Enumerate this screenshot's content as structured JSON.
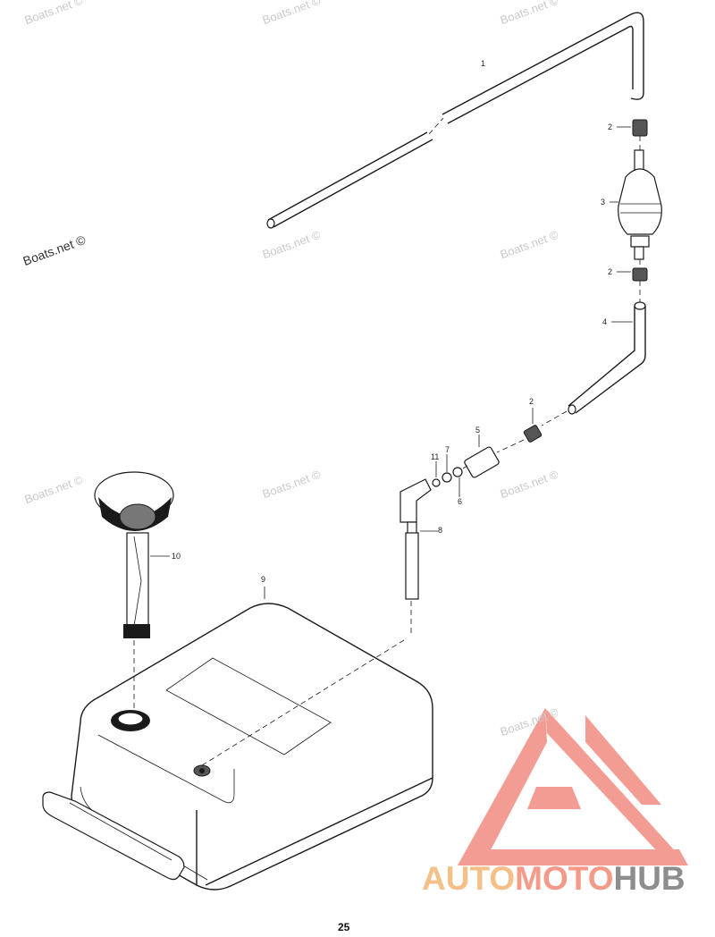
{
  "watermarks": [
    "Boats.net ©",
    "Boats.net ©",
    "Boats.net ©",
    "Boats.net ©",
    "Boats.net ©",
    "Boats.net ©",
    "Boats.net ©",
    "Boats.net ©",
    "Boats.net ©",
    "Boats.net ©"
  ],
  "callouts": {
    "c1": "1",
    "c2a": "2",
    "c3": "3",
    "c2b": "2",
    "c4": "4",
    "c2c": "2",
    "c5": "5",
    "c11": "11",
    "c7": "7",
    "c6": "6",
    "c8": "8",
    "c10": "10",
    "c9": "9"
  },
  "page_number": "25",
  "logo": {
    "part1": "AUTO",
    "part2": "MOTO",
    "part3": "HUB",
    "colors": {
      "auto": "#f5c088",
      "moto": "#f59a88",
      "hub": "#8d8d8d",
      "triangle": "#f28b82"
    }
  }
}
